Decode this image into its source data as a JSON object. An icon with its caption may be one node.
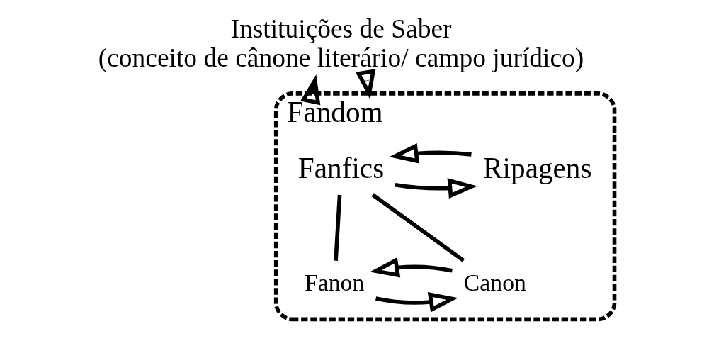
{
  "diagram": {
    "nodes": [
      {
        "text": [
          "Instituições de Saber",
          "(conceito de cânone literário/ campo jurídico)"
        ]
      },
      {
        "text": [
          "Fandom"
        ]
      },
      {
        "text": [
          "Fanfics"
        ],
        "in": 1
      },
      {
        "text": [
          "Ripagens"
        ],
        "in": 1
      },
      {
        "text": [
          "Canon"
        ],
        "in": 1
      },
      {
        "text": [
          "Fanon"
        ],
        "in": 1
      }
    ],
    "edges": [
      {
        "from": 1,
        "to": 0,
        "arrow": "to"
      },
      {
        "from": 0,
        "to": 1,
        "arrow": "to"
      },
      {
        "from": 2,
        "to": 3,
        "arrow": "to"
      },
      {
        "from": 3,
        "to": 2,
        "arrow": "to"
      },
      {
        "from": 2,
        "to": 4,
        "arrow": "none"
      },
      {
        "from": 2,
        "to": 5,
        "arrow": "none"
      },
      {
        "from": 5,
        "to": 4,
        "arrow": "to"
      },
      {
        "from": 4,
        "to": 5,
        "arrow": "to"
      }
    ]
  }
}
